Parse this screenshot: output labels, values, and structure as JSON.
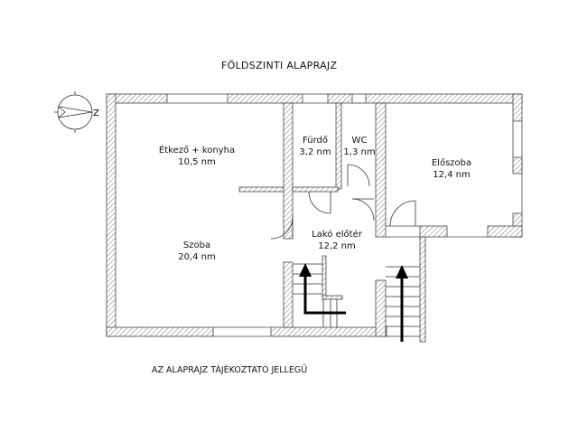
{
  "title": "FÖLDSZINTI ALAPRAJZ",
  "note": "AZ ALAPRAJZ TÁJÉKOZTATÓ JELLEGŰ",
  "compass": {
    "label": "Z"
  },
  "rooms": [
    {
      "name": "Étkező + konyha",
      "area": "10,5 nm"
    },
    {
      "name": "Fürdő",
      "area": "3,2 nm"
    },
    {
      "name": "WC",
      "area": "1,3 nm"
    },
    {
      "name": "Előszoba",
      "area": "12,4 nm"
    },
    {
      "name": "Lakó előtér",
      "area": "12,2 nm"
    },
    {
      "name": "Szoba",
      "area": "20,4 nm"
    }
  ]
}
